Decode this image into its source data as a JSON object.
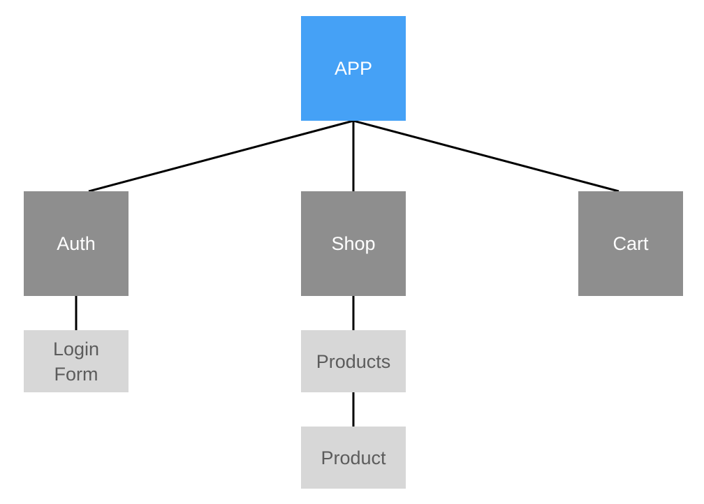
{
  "nodes": {
    "app": {
      "label": "APP",
      "color": "#45a1f6"
    },
    "auth": {
      "label": "Auth",
      "color": "#8e8e8e"
    },
    "shop": {
      "label": "Shop",
      "color": "#8e8e8e"
    },
    "cart": {
      "label": "Cart",
      "color": "#8e8e8e"
    },
    "login_form": {
      "label": "Login\nForm",
      "color": "#d7d7d7"
    },
    "products": {
      "label": "Products",
      "color": "#d7d7d7"
    },
    "product": {
      "label": "Product",
      "color": "#d7d7d7"
    }
  },
  "edges": [
    {
      "from": "APP",
      "to": "Auth"
    },
    {
      "from": "APP",
      "to": "Shop"
    },
    {
      "from": "APP",
      "to": "Cart"
    },
    {
      "from": "Auth",
      "to": "Login Form"
    },
    {
      "from": "Shop",
      "to": "Products"
    },
    {
      "from": "Products",
      "to": "Product"
    }
  ]
}
